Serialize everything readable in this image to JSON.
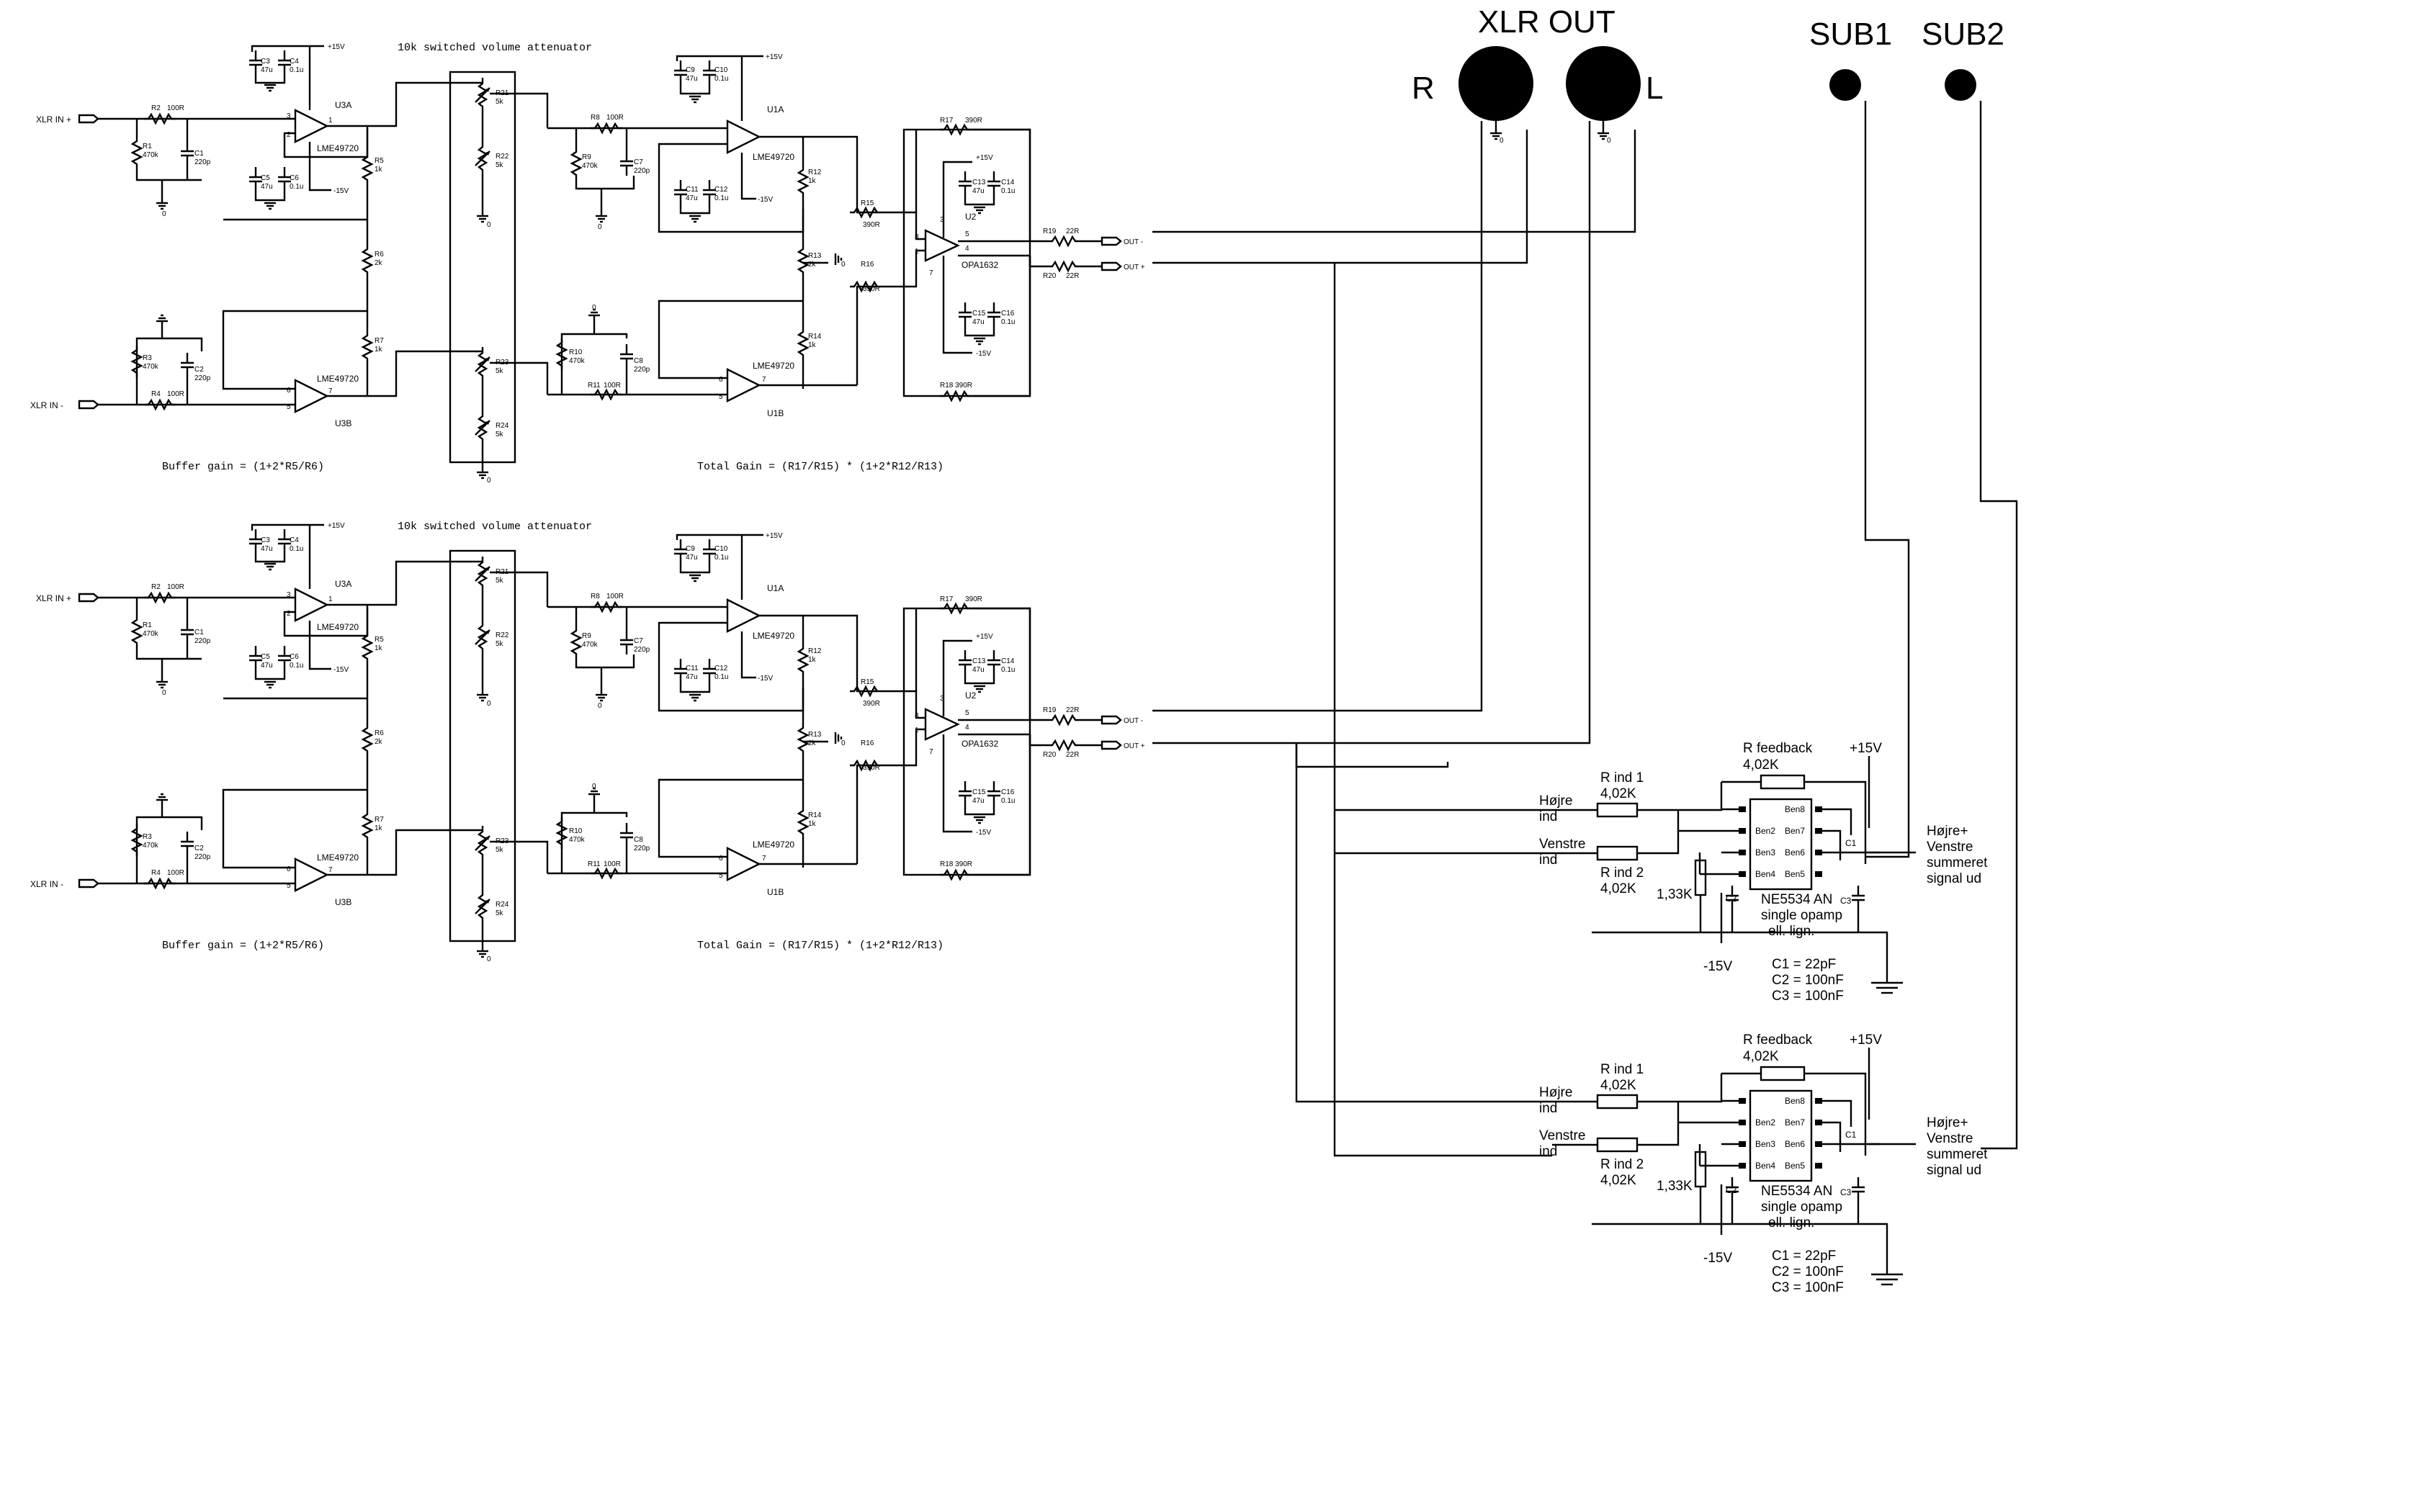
{
  "xlr_out": {
    "title": "XLR OUT",
    "right": "R",
    "left": "L"
  },
  "subs": [
    "SUB1",
    "SUB2"
  ],
  "rails": {
    "pos": "+15V",
    "neg": "-15V",
    "gnd": "0"
  },
  "buffer": {
    "in_pos": "XLR IN +",
    "in_neg": "XLR IN -",
    "opamp": "LME49720",
    "u3a": "U3A",
    "u3b": "U3B",
    "r1": "R1",
    "r1v": "470k",
    "r2": "R2",
    "r2v": "100R",
    "r3": "R3",
    "r3v": "470k",
    "r4": "R4",
    "r4v": "100R",
    "c1": "C1",
    "c1v": "220p",
    "c2": "C2",
    "c2v": "220p",
    "c3": "C3",
    "c3v": "47u",
    "c4": "C4",
    "c4v": "0.1u",
    "c5": "C5",
    "c5v": "47u",
    "c6": "C6",
    "c6v": "0.1u",
    "r5": "R5",
    "r5v": "1k",
    "r6": "R6",
    "r6v": "2k",
    "r7": "R7",
    "r7v": "1k",
    "gain": "Buffer gain = (1+2*R5/R6)"
  },
  "attenuator": {
    "title": "10k switched volume attenuator",
    "r21": "R21",
    "r22": "R22",
    "r23": "R23",
    "r24": "R24",
    "val": "5k"
  },
  "output": {
    "r8": "R8",
    "r8v": "100R",
    "r9": "R9",
    "r9v": "470k",
    "r10": "R10",
    "r10v": "470k",
    "r11": "R11",
    "r11v": "100R",
    "c7": "C7",
    "c7v": "220p",
    "c8": "C8",
    "c8v": "220p",
    "c9": "C9",
    "c9v": "47u",
    "c10": "C10",
    "c10v": "0.1u",
    "c11": "C11",
    "c11v": "47u",
    "c12": "C12",
    "c12v": "0.1u",
    "u1a": "U1A",
    "u1b": "U1B",
    "opamp": "LME49720",
    "r12": "R12",
    "r12v": "1k",
    "r13": "R13",
    "r13v": "2k",
    "r14": "R14",
    "r14v": "1k",
    "r15": "R15",
    "r15v": "390R",
    "r16": "R16",
    "r16v": "390R",
    "r17": "R17",
    "r17v": "390R",
    "r18": "R18 390R",
    "c13": "C13",
    "c13v": "47u",
    "c14": "C14",
    "c14v": "0.1u",
    "c15": "C15",
    "c15v": "47u",
    "c16": "C16",
    "c16v": "0.1u",
    "u2": "U2",
    "opa": "OPA1632",
    "r19": "R19",
    "r19v": "22R",
    "r20": "R20",
    "r20v": "22R",
    "out_neg": "OUT -",
    "out_pos": "OUT +",
    "gain": "Total Gain = (R17/R15) * (1+2*R12/R13)"
  },
  "summing": {
    "rfb": "R feedback",
    "rfbv": "4,02K",
    "rin1": "R ind 1",
    "rin1v": "4,02K",
    "rin2": "R ind 2",
    "rin2v": "4,02K",
    "hojre": [
      "Højre",
      "ind"
    ],
    "venstre": [
      "Venstre",
      "ind"
    ],
    "r133": "1,33K",
    "pins_left": [
      "Ben2",
      "Ben3",
      "Ben4"
    ],
    "pins_right": [
      "Ben8",
      "Ben7",
      "Ben6",
      "Ben5"
    ],
    "chip": [
      "NE5534 AN",
      "single opamp",
      "ell. lign."
    ],
    "c1": "C1",
    "c2": "C2",
    "c3": "C3",
    "out": [
      "Højre+",
      "Venstre",
      "summeret",
      "signal ud"
    ],
    "notes": [
      "C1 = 22pF",
      "C2 = 100nF",
      "C3 = 100nF"
    ],
    "vpos": "+15V",
    "vneg": "-15V"
  },
  "colors": {
    "ink": "#000000",
    "paper": "#ffffff"
  }
}
